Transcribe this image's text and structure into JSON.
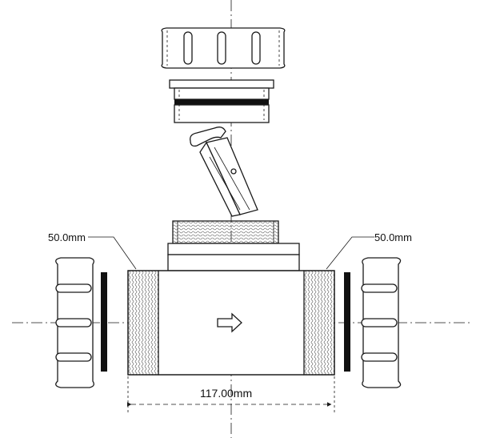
{
  "dimensions": {
    "left_thread_label": "50.0mm",
    "right_thread_label": "50.0mm",
    "body_length_label": "117.00mm"
  },
  "colors": {
    "line": "#1a1a1a",
    "seal": "#111111",
    "background": "#ffffff"
  }
}
